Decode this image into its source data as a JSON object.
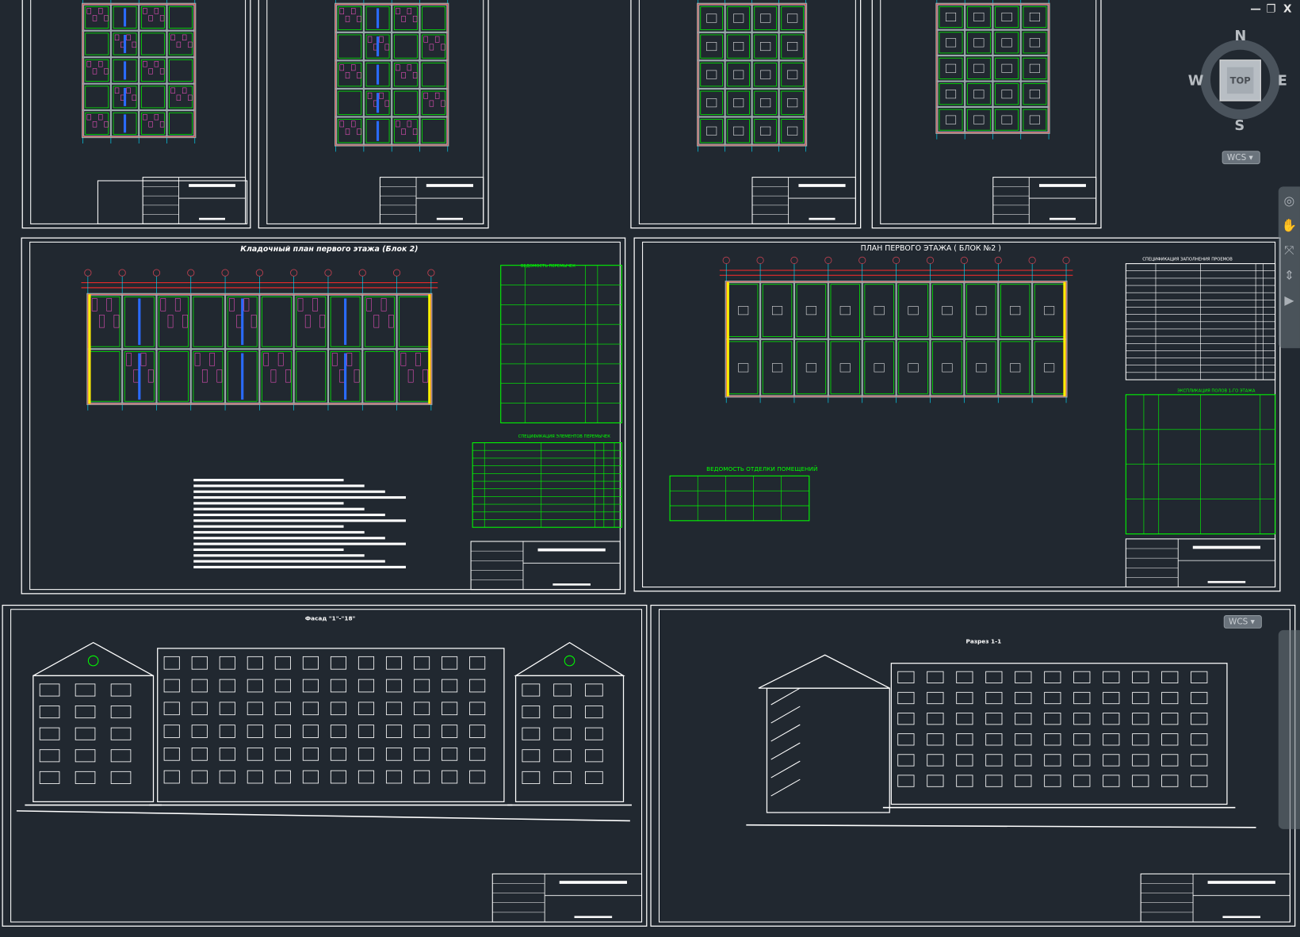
{
  "window_controls": {
    "minimize": "—",
    "restore": "❐",
    "close": "X"
  },
  "viewcube": {
    "face": "TOP",
    "north": "N",
    "south": "S",
    "east": "E",
    "west": "W",
    "ucs_label": "WCS",
    "ucs_label_lower": "WCS"
  },
  "navbar": {
    "items": [
      {
        "icon": "steering-wheel-icon",
        "glyph": "◎"
      },
      {
        "icon": "pan-hand-icon",
        "glyph": "✋"
      },
      {
        "icon": "zoom-extents-icon",
        "glyph": "⤧"
      },
      {
        "icon": "orbit-icon",
        "glyph": "⇕"
      },
      {
        "icon": "showmotion-icon",
        "glyph": "▶"
      }
    ]
  },
  "sheets": {
    "masonry_plan_title": "Кладочный план первого этажа (Блок 2)",
    "floor_plan_title": "ПЛАН ПЕРВОГО ЭТАЖА ( БЛОК №2 )",
    "lintel_schedule_title": "ВЕДОМОСТЬ ПЕРЕМЫЧЕК",
    "lintel_spec_title": "СПЕЦИФИКАЦИЯ ЭЛЕМЕНТОВ ПЕРЕМЫЧЕК",
    "finish_schedule_title": "ВЕДОМОСТЬ ОТДЕЛКИ ПОМЕЩЕНИЙ",
    "openings_spec_title": "СПЕЦИФИКАЦИЯ ЗАПОЛНЕНИЯ ПРОЕМОВ",
    "floors_explication_title": "ЭКСПЛИКАЦИЯ ПОЛОВ 1-ГО ЭТАЖА",
    "facade_title": "Фасад \"1\"-\"18\"",
    "section_title": "Разрез 1-1"
  },
  "colors": {
    "background": "#212830",
    "sheet": "#ffffff",
    "walls": "#ff2a2a",
    "axes": "#00e0ff",
    "rooms": "#00ff00",
    "hatch": "#ff55cc",
    "blue": "#2a6bff",
    "yellow": "#ffee00"
  }
}
